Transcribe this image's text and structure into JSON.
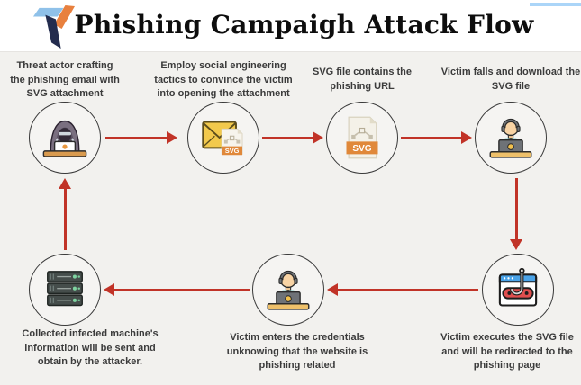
{
  "page": {
    "background": "#f2f1ee",
    "header_background": "#ffffff",
    "arrow_color": "#c13327",
    "circle_border": "#3a3a3a",
    "text_color": "#3b3b3b",
    "top_strip_color": "#abd5f8"
  },
  "header": {
    "title": "Phishing Campaigh Attack Flow",
    "logo": {
      "name": "v-logo",
      "colors": {
        "blue": "#8fc1e9",
        "orange": "#e8803e",
        "navy": "#232c4e"
      }
    }
  },
  "steps": [
    {
      "label": "Threat actor crafting\nthe phishing email with\nSVG attachment",
      "icon": "hacker-at-laptop-icon"
    },
    {
      "label": "Employ social engineering\ntactics to convince the victim\ninto opening the attachment",
      "icon": "email-with-svg-attachment-icon",
      "badge": "SVG"
    },
    {
      "label": "SVG file contains the\nphishing URL",
      "icon": "svg-file-icon",
      "badge": "SVG"
    },
    {
      "label": "Victim falls and download the\nSVG file",
      "icon": "victim-at-laptop-icon"
    },
    {
      "label": "Victim executes the SVG file\nand will be redirected to the\nphishing page",
      "icon": "phishing-browser-icon"
    },
    {
      "label": "Victim enters the credentials\nunknowing that the website is\nphishing related",
      "icon": "victim-at-laptop-icon"
    },
    {
      "label": "Collected infected machine's\ninformation will be sent and\nobtain by the attacker.",
      "icon": "server-stack-icon"
    }
  ]
}
